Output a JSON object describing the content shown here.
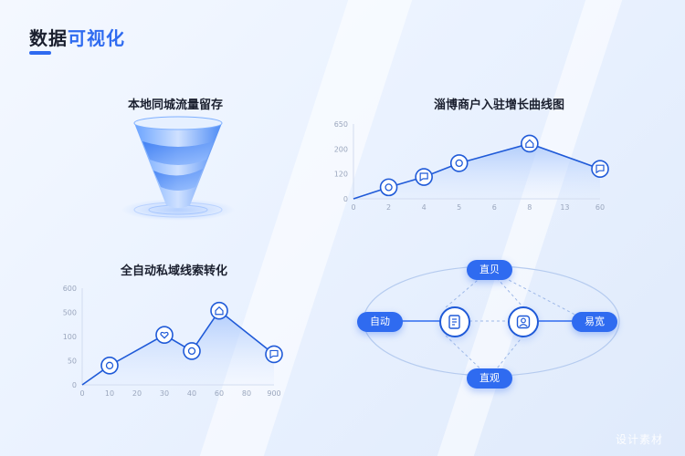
{
  "page": {
    "title_main": "数据",
    "title_accent": "可视化",
    "watermark": "设计素材"
  },
  "colors": {
    "accent": "#2f6bf0",
    "dark_accent": "#1f5ad8",
    "text": "#1a1f2e",
    "tick": "#9aa6bd"
  },
  "funnel": {
    "title": "本地同城流量留存"
  },
  "network": {
    "nodes": {
      "top": "直贝",
      "left": "自动",
      "right": "易宽",
      "bottom": "直观"
    },
    "hub_icons": [
      "document-icon",
      "user-portrait-icon"
    ]
  },
  "chart_data": [
    {
      "type": "line",
      "title": "淄博商户入驻增长曲线图",
      "x": [
        "0",
        "2",
        "4",
        "5",
        "6",
        "8",
        "13",
        "60"
      ],
      "y_ticks": [
        "0",
        "120",
        "200",
        "650"
      ],
      "ylim": [
        0,
        650
      ],
      "points": [
        {
          "x": "0",
          "y": 0,
          "marker": false
        },
        {
          "x": "2",
          "y": 100,
          "marker": true,
          "icon": "circle-icon"
        },
        {
          "x": "4",
          "y": 190,
          "marker": true,
          "icon": "chat-icon"
        },
        {
          "x": "5",
          "y": 310,
          "marker": true,
          "icon": "circle-icon"
        },
        {
          "x": "8",
          "y": 480,
          "marker": true,
          "icon": "home-icon"
        },
        {
          "x": "60",
          "y": 260,
          "marker": true,
          "icon": "chat-icon"
        }
      ],
      "grid": false
    },
    {
      "type": "line",
      "title": "全自动私域线索转化",
      "x": [
        "0",
        "10",
        "20",
        "30",
        "40",
        "60",
        "80",
        "900"
      ],
      "y_ticks": [
        "0",
        "50",
        "100",
        "500",
        "600"
      ],
      "ylim": [
        0,
        600
      ],
      "points": [
        {
          "x": "0",
          "y": 0,
          "marker": false
        },
        {
          "x": "10",
          "y": 120,
          "marker": true,
          "icon": "circle-icon"
        },
        {
          "x": "30",
          "y": 310,
          "marker": true,
          "icon": "heart-icon"
        },
        {
          "x": "40",
          "y": 210,
          "marker": true,
          "icon": "circle-icon"
        },
        {
          "x": "60",
          "y": 460,
          "marker": true,
          "icon": "home-icon"
        },
        {
          "x": "900",
          "y": 190,
          "marker": true,
          "icon": "chat-icon"
        }
      ],
      "grid": false
    }
  ]
}
